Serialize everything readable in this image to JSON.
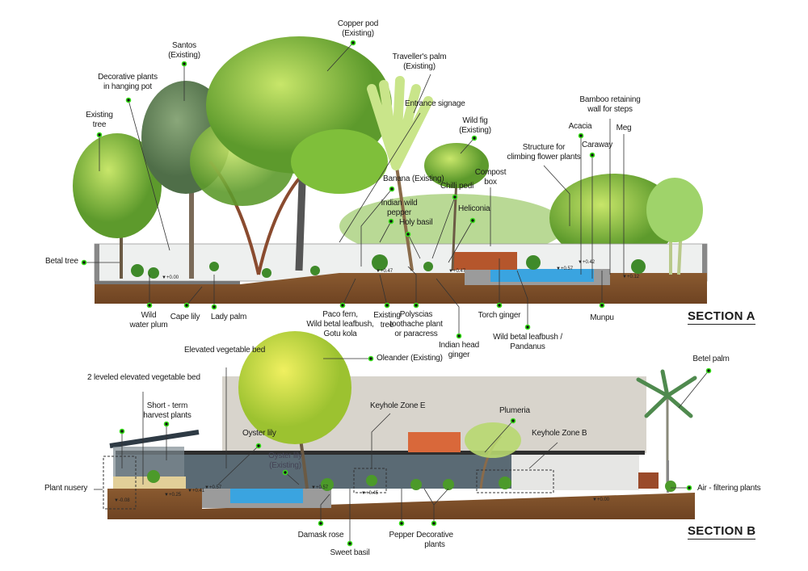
{
  "section_a": {
    "title": "SECTION A",
    "labels": {
      "copper_pod": [
        "Copper pod",
        "(Existing)"
      ],
      "santos": [
        "Santos",
        "(Existing)"
      ],
      "decorative_hanging": [
        "Decorative plants",
        "in hanging pot"
      ],
      "existing_tree_left": [
        "Existing",
        "tree"
      ],
      "travellers_palm": [
        "Traveller's palm",
        "(Existing)"
      ],
      "entrance_signage": "Entrance signage",
      "wild_fig": [
        "Wild fig",
        "(Existing)"
      ],
      "banana": "Banana (Existing)",
      "chilli_pedi": "Chilli pedi",
      "indian_wild_pepper": [
        "Indian wild",
        "pepper"
      ],
      "holy_basil": "Holy basil",
      "heliconia": "Heliconia",
      "compost_box": [
        "Compost",
        "box"
      ],
      "climbing_structure": [
        "Structure for",
        "climbing flower plants"
      ],
      "acacia": "Acacia",
      "caraway": "Caraway",
      "bamboo_wall": [
        "Bamboo retaining",
        "wall for steps"
      ],
      "meg": "Meg",
      "betal_tree": "Betal tree",
      "wild_water_plum": [
        "Wild",
        "water plum"
      ],
      "cape_lily": "Cape lily",
      "lady_palm": "Lady palm",
      "paco_fern": [
        "Paco fern,",
        "Wild betal leafbush,",
        "Gotu kola"
      ],
      "existing_tree_bottom": [
        "Existing",
        "tree"
      ],
      "polyscias": [
        "Polyscias",
        "toothache plant",
        "or paracress"
      ],
      "indian_head_ginger": [
        "Indian head",
        "ginger"
      ],
      "torch_ginger": "Torch ginger",
      "wild_betal_pandanus": [
        "Wild betal leafbush /",
        "Pandanus"
      ],
      "munpu": "Munpu"
    },
    "levels": [
      "▼+0.00",
      "▼+0.47",
      "▼+0.47",
      "▼+0.57",
      "▼+0.42",
      "▼+0.12"
    ]
  },
  "section_b": {
    "title": "SECTION B",
    "labels": {
      "elevated_bed": "Elevated vegetable bed",
      "oleander": "Oleander (Existing)",
      "two_level_bed": "2 leveled elevated vegetable bed",
      "short_term": [
        "Short - term",
        "harvest plants"
      ],
      "oyster_lily": "Oyster lily",
      "oyster_lily_existing": [
        "Oyster lily",
        "(Existing)"
      ],
      "keyhole_e": "Keyhole Zone E",
      "plumeria": "Plumeria",
      "keyhole_b": "Keyhole Zone B",
      "betel_palm": "Betel palm",
      "plant_nursery": "Plant nusery",
      "air_filtering": "Air - filtering plants",
      "damask_rose": "Damask rose",
      "sweet_basil": "Sweet basil",
      "pepper": "Pepper",
      "decorative_plants": [
        "Decorative",
        "plants"
      ]
    },
    "levels": [
      "▼-0.08",
      "▼+0.25",
      "▼+0.41",
      "▼+0.57",
      "▼+0.57",
      "▼+0.45",
      "▼+0.00"
    ]
  },
  "colors": {
    "marker": "#39e01c",
    "soil": "#7a4a26",
    "foliage": "#8cc63f",
    "water": "#3aa4e0",
    "wall": "#d8d4cc"
  }
}
